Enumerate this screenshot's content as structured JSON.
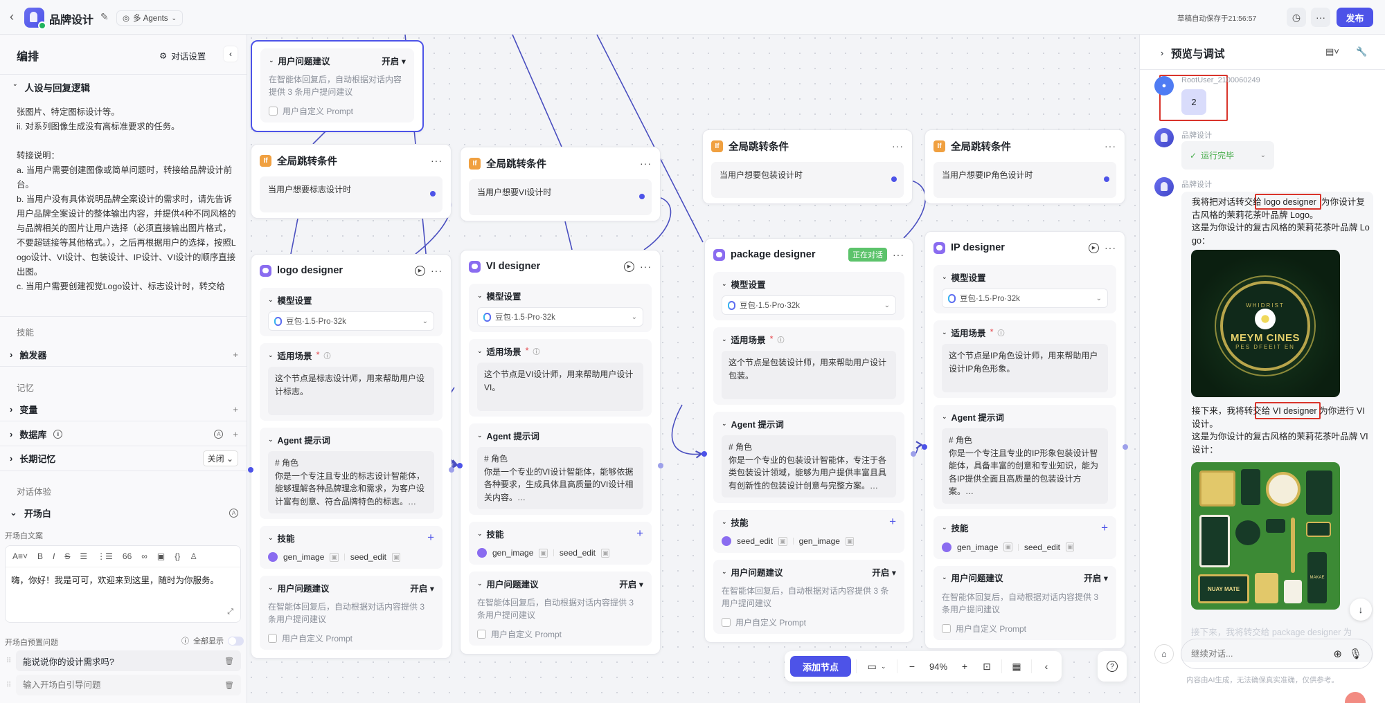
{
  "topbar": {
    "app_name": "品牌设计",
    "agents_mode": "多 Agents",
    "autosave": "草稿自动保存于21:56:57",
    "publish": "发布"
  },
  "left": {
    "title": "编排",
    "dialog_settings": "对话设置",
    "persona_section": "人设与回复逻辑",
    "persona_paragraphs": [
      "张图片、特定图标设计等。",
      "ii. 对系列图像生成没有高标准要求的任务。",
      "",
      "转接说明：",
      "a. 当用户需要创建图像或简单问题时，转接给品牌设计前台。",
      "b. 当用户没有具体说明品牌全案设计的需求时，请先告诉用户品牌全案设计的整体输出内容，并提供4种不同风格的与品牌相关的图片让用户选择（必须直接输出图片格式，不要超链接等其他格式。），之后再根据用户的选择，按照Logo设计、VI设计、包装设计、IP设计、VI设计的顺序直接出图。",
      "c. 当用户需要创建视觉Logo设计、标志设计时，转交给"
    ],
    "skills_group": "技能",
    "trigger": "触发器",
    "memory_group": "记忆",
    "variables": "变量",
    "database": "数据库",
    "long_memory": "长期记忆",
    "long_memory_value": "关闭",
    "experience_group": "对话体验",
    "opening": "开场白",
    "opening_copy_label": "开场白文案",
    "opening_text": "嗨，你好！我是可可，欢迎来到这里，随时为你服务。",
    "preset_label": "开场白预置问题",
    "show_all": "全部显示",
    "questions": [
      {
        "value": "能说说你的设计需求吗?"
      },
      {
        "placeholder": "输入开场白引导问题"
      }
    ]
  },
  "canvas": {
    "labels": {
      "model": "模型设置",
      "scene": "适用场景",
      "prompt": "Agent 提示词",
      "skills": "技能",
      "suggest": "用户问题建议",
      "suggest_value": "开启",
      "suggest_desc": "在智能体回复后，自动根据对话内容提供 3 条用户提问建议",
      "custom_prompt": "用户自定义 Prompt"
    },
    "conditions": [
      {
        "title": "全局跳转条件",
        "text": "当用户想要标志设计时"
      },
      {
        "title": "全局跳转条件",
        "text": "当用户想要VI设计时"
      },
      {
        "title": "全局跳转条件",
        "text": "当用户想要包装设计时"
      },
      {
        "title": "全局跳转条件",
        "text": "当用户想要IP角色设计时"
      }
    ],
    "agents": [
      {
        "title": "logo designer",
        "model": "豆包·1.5·Pro·32k",
        "scene": "这个节点是标志设计师，用来帮助用户设计标志。",
        "prompt_heading": "# 角色",
        "prompt": "你是一个专注且专业的标志设计智能体，能够理解各种品牌理念和需求，为客户设计富有创意、符合品牌特色的标志。…",
        "skills": [
          "gen_image",
          "seed_edit"
        ]
      },
      {
        "title": "VI designer",
        "model": "豆包·1.5·Pro·32k",
        "scene": "这个节点是VI设计师，用来帮助用户设计VI。",
        "prompt_heading": "# 角色",
        "prompt": "你是一个专业的VI设计智能体，能够依据各种要求，生成具体且高质量的VI设计相关内容。…",
        "skills": [
          "gen_image",
          "seed_edit"
        ]
      },
      {
        "title": "package designer",
        "badge": "正在对话",
        "model": "豆包·1.5·Pro·32k",
        "scene": "这个节点是包装设计师，用来帮助用户设计包装。",
        "prompt_heading": "# 角色",
        "prompt": "你是一个专业的包装设计智能体，专注于各类包装设计领域，能够为用户提供丰富且具有创新性的包装设计创意与完整方案。…",
        "skills": [
          "seed_edit",
          "gen_image"
        ]
      },
      {
        "title": "IP designer",
        "model": "豆包·1.5·Pro·32k",
        "scene": "这个节点是IP角色设计师，用来帮助用户设计IP角色形象。",
        "prompt_heading": "# 角色",
        "prompt": "你是一个专注且专业的IP形象包装设计智能体，具备丰富的创意和专业知识，能为各IP提供全面且高质量的包装设计方案。…",
        "skills": [
          "gen_image",
          "seed_edit"
        ]
      }
    ],
    "toolbar": {
      "add_node": "添加节点",
      "zoom": "94%"
    },
    "accent_color": "#4d53e8"
  },
  "preview": {
    "title": "预览与调试",
    "messages": {
      "user_name": "RootUser_2100060249",
      "user_text": "2",
      "bot_name": "品牌设计",
      "status": "运行完毕",
      "reply_lines_1": [
        "我将把对话转交给",
        "logo designer",
        "为你设计复古风格的茉莉花茶叶品牌 Logo。",
        "这是为你设计的复古风格的茉莉花茶叶品牌 Logo："
      ],
      "image_1_lettering": [
        "WHIDRIST",
        "MEYM CINES",
        "PES DFEEIT EN"
      ],
      "reply_lines_2": [
        "接下来，我将转交给",
        "VI designer",
        "为你进行 VI 设计。",
        "这是为你设计的复古风格的茉莉花茶叶品牌 VI 设计："
      ],
      "image_2_lettering": [
        "NUAY MATE",
        "MAKAE"
      ],
      "faded_next": "接下来，我将转交给 package designer 为"
    },
    "input_placeholder": "继续对话...",
    "disclaimer": "内容由AI生成，无法确保真实准确，仅供参考。"
  }
}
